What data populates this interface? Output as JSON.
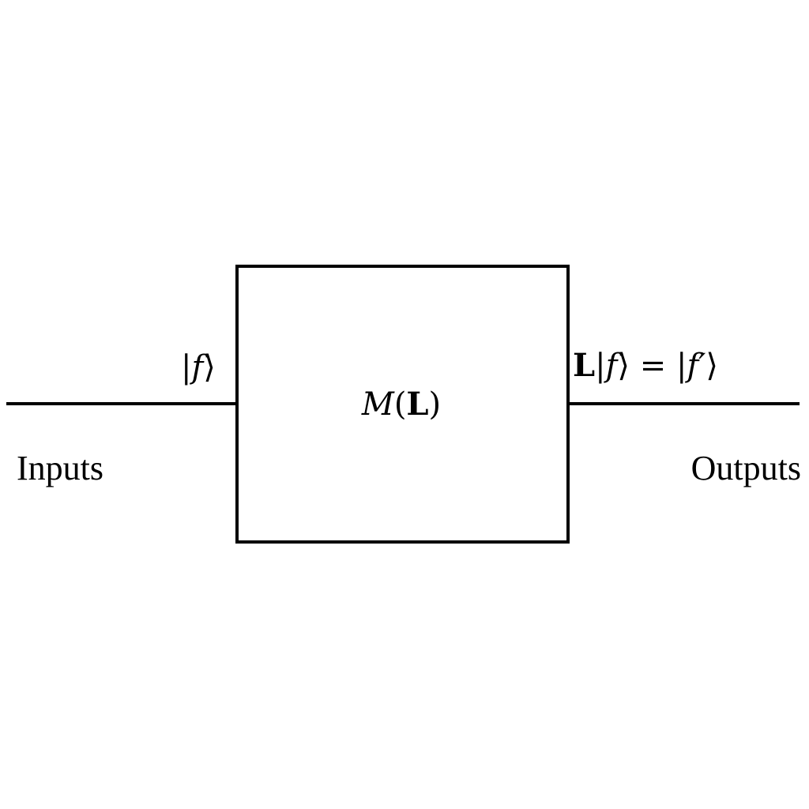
{
  "diagram": {
    "input_state": {
      "open": "|",
      "symbol": "f",
      "close": "⟩"
    },
    "box_label": {
      "func": "M",
      "open_paren": "(",
      "operator": "L",
      "close_paren": ")"
    },
    "output_state": {
      "operator": "L",
      "lhs_open": "|",
      "lhs_symbol": "f",
      "lhs_close": "⟩",
      "equals": " = ",
      "rhs_open": "|",
      "rhs_symbol": "f′",
      "rhs_close": "⟩"
    },
    "inputs_label": "Inputs",
    "outputs_label": "Outputs",
    "colors": {
      "stroke": "#000000",
      "background": "#ffffff"
    }
  }
}
